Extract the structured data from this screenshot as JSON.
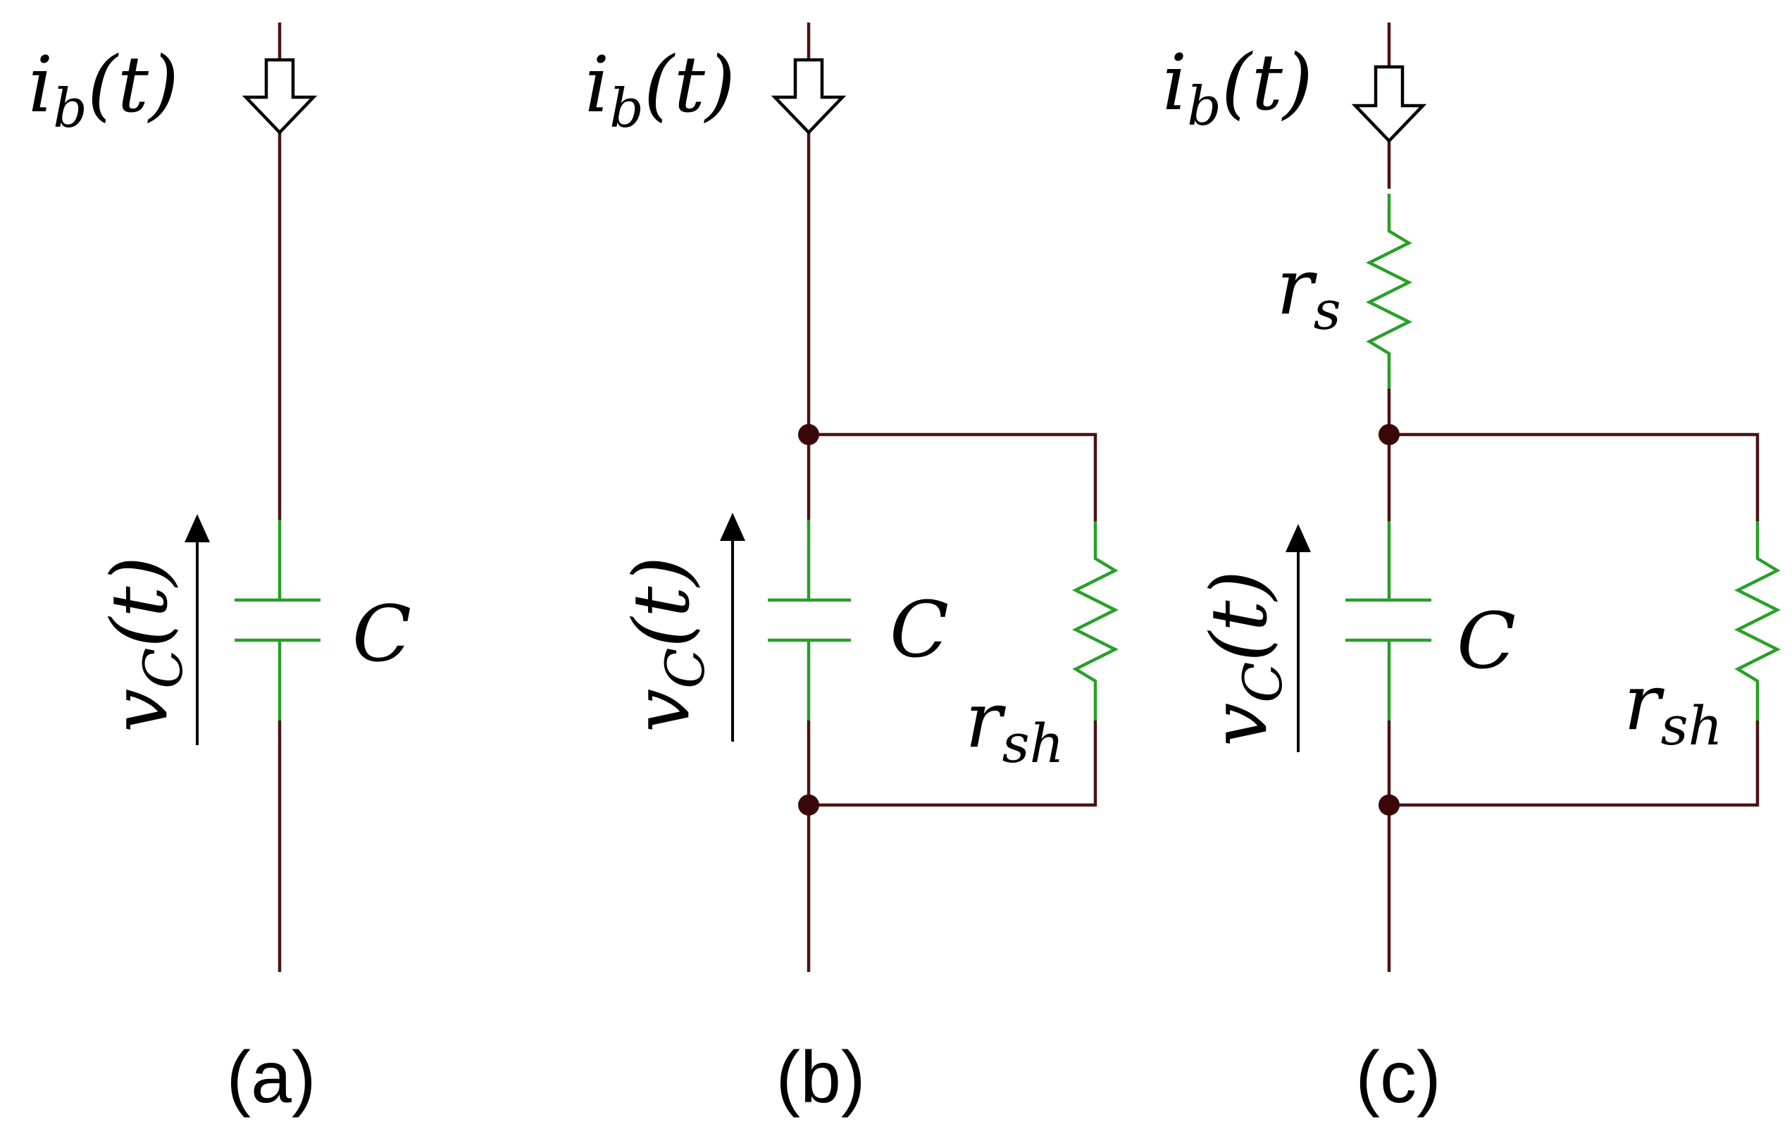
{
  "colors": {
    "wire": "#4a1414",
    "component": "#28a028",
    "node": "#3a0808"
  },
  "circuits": [
    {
      "caption": "(a)",
      "current_label": {
        "main": "i",
        "sub": "b",
        "arg": "(t)"
      },
      "voltage_label": {
        "main": "v",
        "sub": "C",
        "arg": "(t)"
      },
      "capacitor_label": "C"
    },
    {
      "caption": "(b)",
      "current_label": {
        "main": "i",
        "sub": "b",
        "arg": "(t)"
      },
      "voltage_label": {
        "main": "v",
        "sub": "C",
        "arg": "(t)"
      },
      "capacitor_label": "C",
      "shunt_label": {
        "main": "r",
        "sub": "sh"
      }
    },
    {
      "caption": "(c)",
      "current_label": {
        "main": "i",
        "sub": "b",
        "arg": "(t)"
      },
      "voltage_label": {
        "main": "v",
        "sub": "C",
        "arg": "(t)"
      },
      "capacitor_label": "C",
      "shunt_label": {
        "main": "r",
        "sub": "sh"
      },
      "series_label": {
        "main": "r",
        "sub": "s"
      }
    }
  ]
}
